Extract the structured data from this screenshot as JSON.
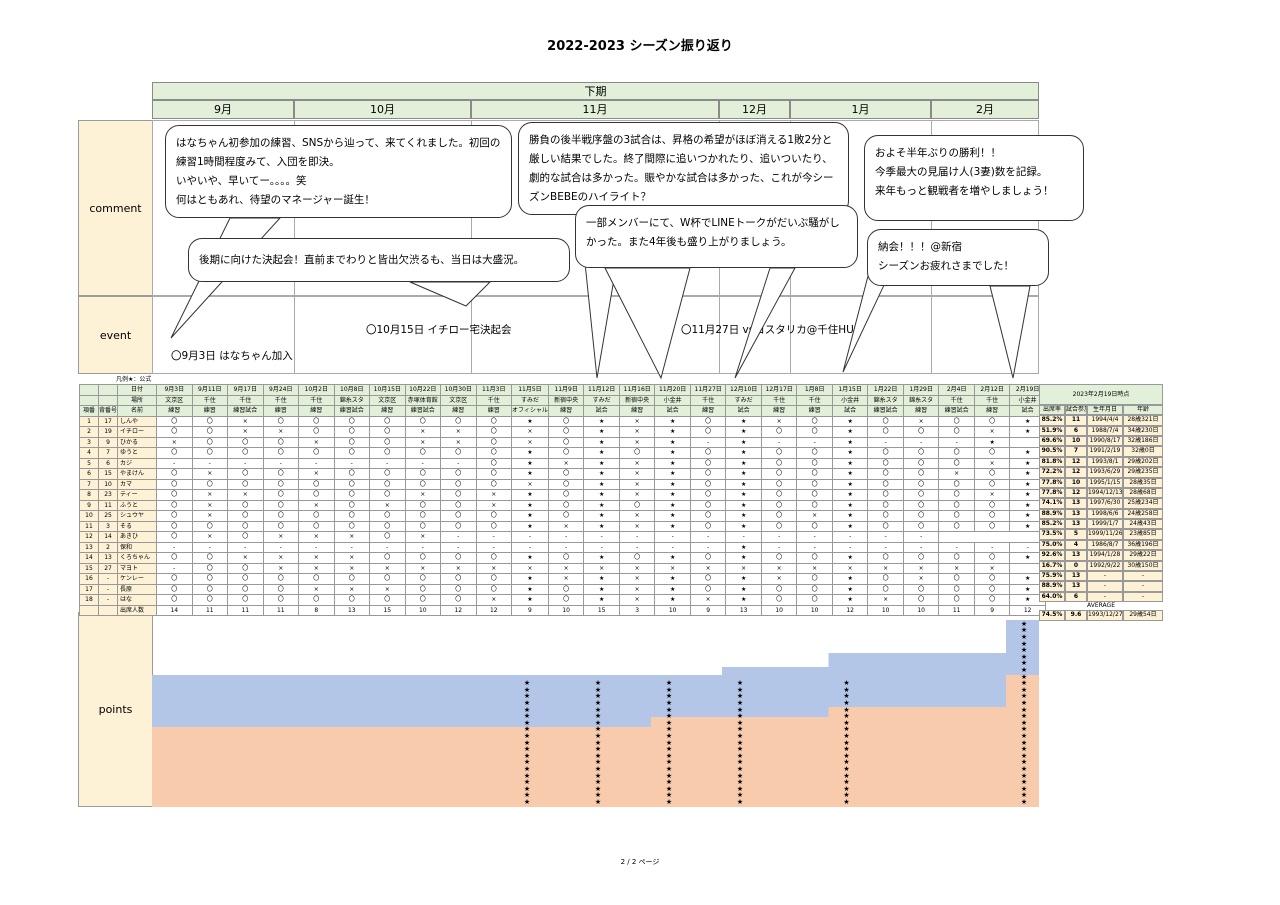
{
  "title": "2022-2023 シーズン振り返り",
  "period_label": "下期",
  "months": [
    "9月",
    "10月",
    "11月",
    "12月",
    "1月",
    "2月"
  ],
  "row_labels": {
    "comment": "comment",
    "event": "event",
    "points": "points"
  },
  "comments": [
    "はなちゃん初参加の練習、SNSから辿って、来てくれました。初回の練習1時間程度みて、入団を即決。\nいやいや、早いてー。。。。笑\n何はともあれ、待望のマネージャー誕生！",
    "後期に向けた決起会！直前までわりと皆出欠渋るも、当日は大盛況。",
    "勝負の後半戦序盤の3試合は、昇格の希望がほぼ消える1敗2分と厳しい結果でした。終了間際に追いつかれたり、追いついたり、劇的な試合は多かった。賑やかな試合は多かった、これが今シーズンBEBEのハイライト？",
    "一部メンバーにて、W杯でLINEトークがだいぶ騒がしかった。また4年後も盛り上がりましょう。",
    "およそ半年ぶりの勝利！！\n今季最大の見届け人(3妻)数を記録。\n来年もっと観戦者を増やしましょう！",
    "納会！！！@新宿\nシーズンお疲れさまでした！"
  ],
  "events": [
    "〇9月3日 はなちゃん加入",
    "〇10月15日 イチロー宅決起会",
    "〇11月27日 vsコスタリカ@千住HUB"
  ],
  "legend_note": "凡例★：公式",
  "table": {
    "head_labels": {
      "date": "日付",
      "place": "場所",
      "no": "項番",
      "num": "背番号",
      "name": "名前",
      "count": "出席人数"
    },
    "dates": [
      "9月3日",
      "9月11日",
      "9月17日",
      "9月24日",
      "10月2日",
      "10月8日",
      "10月15日",
      "10月22日",
      "10月30日",
      "11月3日",
      "11月5日",
      "11月9日",
      "11月12日",
      "11月16日",
      "11月20日",
      "11月27日",
      "12月10日",
      "12月17日",
      "1月8日",
      "1月15日",
      "1月22日",
      "1月29日",
      "2月4日",
      "2月12日",
      "2月19日"
    ],
    "places": [
      "文京区",
      "千住",
      "千住",
      "千住",
      "千住",
      "錦糸スタ",
      "文京区",
      "赤塚体育館",
      "文京区",
      "千住",
      "すみだ",
      "新宿中央",
      "すみだ",
      "新宿中央",
      "小金井",
      "千住",
      "すみだ",
      "千住",
      "千住",
      "小金井",
      "錦糸スタ",
      "錦糸スタ",
      "千住",
      "千住",
      "小金井"
    ],
    "types": [
      "練習",
      "練習",
      "練習試合",
      "練習",
      "練習",
      "練習試合",
      "練習",
      "練習試合",
      "練習",
      "練習",
      "オフィシャル",
      "練習",
      "試合",
      "練習",
      "試合",
      "練習",
      "試合",
      "練習",
      "練習",
      "試合",
      "練習試合",
      "練習",
      "練習試合",
      "練習",
      "試合"
    ],
    "rows": [
      {
        "no": "1",
        "num": "17",
        "name": "しんや",
        "marks": "〇〇×〇〇〇〇〇〇〇★〇★×★〇★×〇★〇×〇〇★"
      },
      {
        "no": "2",
        "num": "19",
        "name": "イチロー",
        "marks": "〇〇××〇〇〇××〇×〇★×★〇★〇〇★〇〇〇×★"
      },
      {
        "no": "3",
        "num": "9",
        "name": "ひかる",
        "marks": "×〇〇〇×〇〇××〇×〇★×★-★--★---★"
      },
      {
        "no": "4",
        "num": "7",
        "name": "ゆうと",
        "marks": "〇〇〇〇〇〇〇〇〇〇★〇★〇★〇★〇〇★〇〇〇〇★"
      },
      {
        "no": "5",
        "num": "6",
        "name": "カジ",
        "marks": "---------〇★×★×★〇★〇〇★〇〇〇×★"
      },
      {
        "no": "6",
        "num": "15",
        "name": "やまけん",
        "marks": "〇×〇〇×〇〇〇〇〇★〇★×★〇★〇〇★〇〇×〇★"
      },
      {
        "no": "7",
        "num": "10",
        "name": "カマ",
        "marks": "〇〇〇〇〇〇〇〇〇〇×〇★×★〇★〇〇★〇〇〇〇★"
      },
      {
        "no": "8",
        "num": "23",
        "name": "ティー",
        "marks": "〇××〇〇〇〇×〇×★〇★×★〇★〇〇★〇〇〇×★"
      },
      {
        "no": "9",
        "num": "11",
        "name": "ふうと",
        "marks": "〇×〇〇×〇×〇〇×★〇★〇★〇★〇〇★〇〇〇〇★"
      },
      {
        "no": "10",
        "num": "25",
        "name": "シュウヤ",
        "marks": "〇×〇〇〇〇〇〇〇〇★〇★×★〇★〇×★〇〇〇〇★"
      },
      {
        "no": "11",
        "num": "3",
        "name": "そる",
        "marks": "〇〇〇〇〇〇〇〇〇〇★×★×★〇★〇〇★〇〇〇〇★"
      },
      {
        "no": "12",
        "num": "14",
        "name": "あきひ",
        "marks": "〇×〇×××〇×--------------"
      },
      {
        "no": "13",
        "num": "2",
        "name": "保和",
        "marks": "----------------★--------"
      },
      {
        "no": "14",
        "num": "13",
        "name": "くろちゃん",
        "marks": "〇〇××××〇〇〇〇★〇★〇★〇★〇〇★〇〇〇〇★"
      },
      {
        "no": "15",
        "num": "27",
        "name": "マヨト",
        "marks": "-〇〇×××××××××××××××××××××"
      },
      {
        "no": "16",
        "num": "-",
        "name": "ケンレー",
        "marks": "〇〇〇〇〇〇〇〇〇〇★×★×★〇★×〇★〇×〇〇★"
      },
      {
        "no": "17",
        "num": "-",
        "name": "長原",
        "marks": "〇〇〇〇×××〇〇〇★〇★×★〇★〇〇★〇〇〇〇★"
      },
      {
        "no": "18",
        "num": "-",
        "name": "はな",
        "marks": "〇〇〇〇〇〇〇〇〇×★〇★×★×★〇〇★×〇〇〇★"
      }
    ],
    "counts": [
      "14",
      "11",
      "11",
      "11",
      "8",
      "13",
      "15",
      "10",
      "12",
      "12",
      "9",
      "10",
      "15",
      "3",
      "10",
      "9",
      "13",
      "10",
      "10",
      "12",
      "10",
      "10",
      "11",
      "9",
      "12"
    ]
  },
  "stats": {
    "as_of": "2023年2月19日時点",
    "headers": [
      "出席率",
      "試合参加",
      "生年月日",
      "年齢"
    ],
    "rows": [
      [
        "85.2%",
        "11",
        "1994/4/4",
        "28歳321日"
      ],
      [
        "51.9%",
        "6",
        "1988/7/4",
        "34歳230日"
      ],
      [
        "69.6%",
        "10",
        "1990/8/17",
        "32歳186日"
      ],
      [
        "90.5%",
        "7",
        "1991/2/19",
        "32歳0日"
      ],
      [
        "81.8%",
        "12",
        "1993/8/1",
        "29歳202日"
      ],
      [
        "72.2%",
        "12",
        "1993/6/29",
        "29歳235日"
      ],
      [
        "77.8%",
        "10",
        "1995/1/15",
        "28歳35日"
      ],
      [
        "77.8%",
        "12",
        "1994/12/13",
        "28歳68日"
      ],
      [
        "74.1%",
        "13",
        "1997/6/30",
        "25歳234日"
      ],
      [
        "88.9%",
        "13",
        "1998/6/6",
        "24歳258日"
      ],
      [
        "85.2%",
        "13",
        "1999/1/7",
        "24歳43日"
      ],
      [
        "73.5%",
        "5",
        "1999/11/26",
        "23歳85日"
      ],
      [
        "75.0%",
        "4",
        "1986/8/7",
        "36歳196日"
      ],
      [
        "92.6%",
        "13",
        "1994/1/28",
        "29歳22日"
      ],
      [
        "16.7%",
        "0",
        "1992/9/22",
        "30歳150日"
      ],
      [
        "75.9%",
        "13",
        "-",
        "-"
      ],
      [
        "88.9%",
        "13",
        "-",
        "-"
      ],
      [
        "64.0%",
        "6",
        "-",
        "-"
      ]
    ],
    "average_label": "AVERAGE",
    "average": [
      "74.5%",
      "9.6",
      "1993/12/27",
      "29歳54日"
    ]
  },
  "points": {
    "stars_per_official": [
      0,
      0,
      0,
      0,
      0,
      0,
      0,
      0,
      0,
      0,
      19,
      0,
      19,
      0,
      19,
      0,
      19,
      0,
      0,
      19,
      0,
      0,
      0,
      0,
      28
    ]
  },
  "footer": "2 / 2 ページ",
  "colors": {
    "header_green": "#e2efd9",
    "label_cream": "#fdf1d6",
    "blue_fill": "#b4c6e7",
    "peach_fill": "#f8cbad"
  }
}
